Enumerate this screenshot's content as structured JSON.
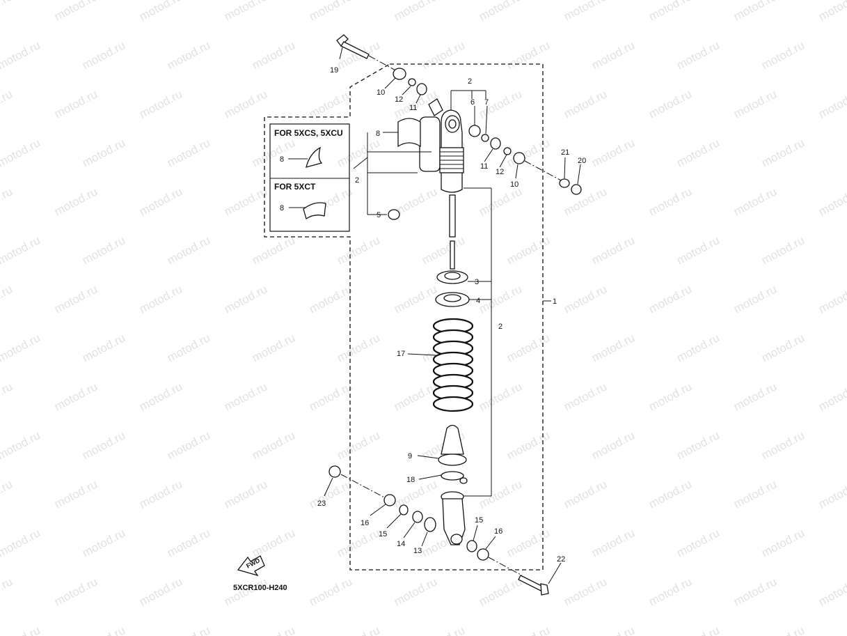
{
  "watermark": "motod.ru",
  "diagram_code": "5XCR100-H240",
  "fwd_label": "FWD",
  "variant_box": {
    "title_a": "FOR 5XCS, 5XCU",
    "title_b": "FOR 5XCT"
  },
  "labels": {
    "l1": "1",
    "l2a": "2",
    "l2b": "2",
    "l2c": "2",
    "l3": "3",
    "l4": "4",
    "l5": "5",
    "l6": "6",
    "l7": "7",
    "l8a": "8",
    "l8b": "8",
    "l8c": "8",
    "l9": "9",
    "l10a": "10",
    "l10b": "10",
    "l11a": "11",
    "l11b": "11",
    "l12a": "12",
    "l12b": "12",
    "l13": "13",
    "l14": "14",
    "l15a": "15",
    "l15b": "15",
    "l16a": "16",
    "l16b": "16",
    "l17": "17",
    "l18": "18",
    "l19": "19",
    "l20": "20",
    "l21": "21",
    "l22": "22",
    "l23": "23"
  }
}
